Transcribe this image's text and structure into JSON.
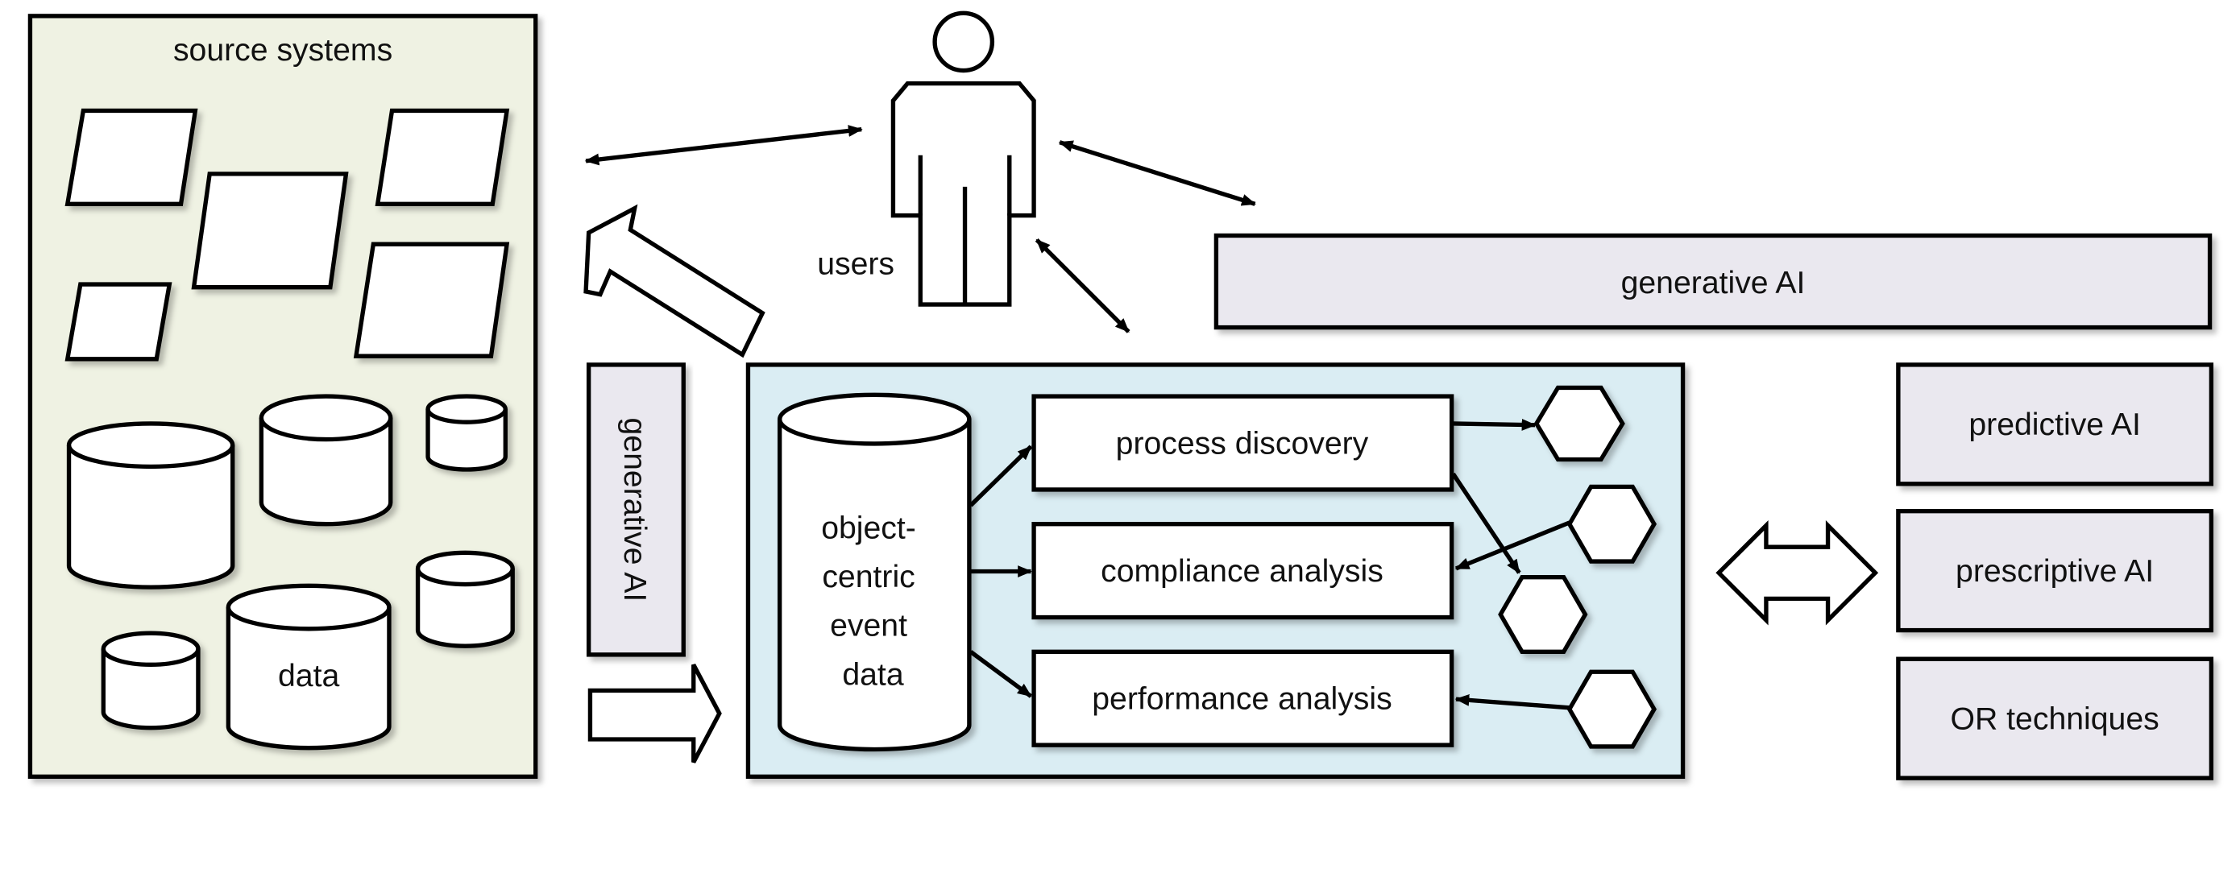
{
  "colors": {
    "source_panel": "#eff2e3",
    "ocel_panel": "#daedf3",
    "ai_box": "#eae8ef",
    "stroke": "#000000",
    "shape_fill": "#ffffff"
  },
  "source_systems": {
    "title": "source systems",
    "database_label": "data"
  },
  "users": {
    "label": "users"
  },
  "generative_ai_vertical": {
    "label": "generative AI"
  },
  "generative_ai_top": {
    "label": "generative AI"
  },
  "ocel": {
    "cylinder_lines": [
      "object-",
      "centric",
      "event",
      "data"
    ],
    "techniques": [
      {
        "label": "process discovery"
      },
      {
        "label": "compliance analysis"
      },
      {
        "label": "performance analysis"
      }
    ]
  },
  "ai_techniques": [
    {
      "label": "predictive AI"
    },
    {
      "label": "prescriptive AI"
    },
    {
      "label": "OR techniques"
    }
  ]
}
